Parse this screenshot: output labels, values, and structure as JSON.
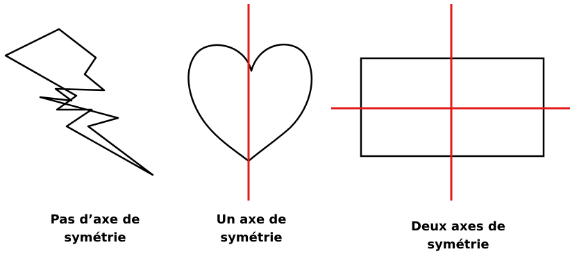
{
  "colors": {
    "outline": "#000000",
    "axis": "#e21a1a",
    "background": "#ffffff"
  },
  "figures": [
    {
      "shape": "lightning-bolt",
      "axes_of_symmetry": 0,
      "caption_line1": "Pas d’axe de",
      "caption_line2": "symétrie"
    },
    {
      "shape": "heart",
      "axes_of_symmetry": 1,
      "caption_line1": "Un axe de",
      "caption_line2": "symétrie"
    },
    {
      "shape": "rectangle",
      "axes_of_symmetry": 2,
      "caption_line1": "Deux axes de",
      "caption_line2": "symétrie"
    }
  ]
}
